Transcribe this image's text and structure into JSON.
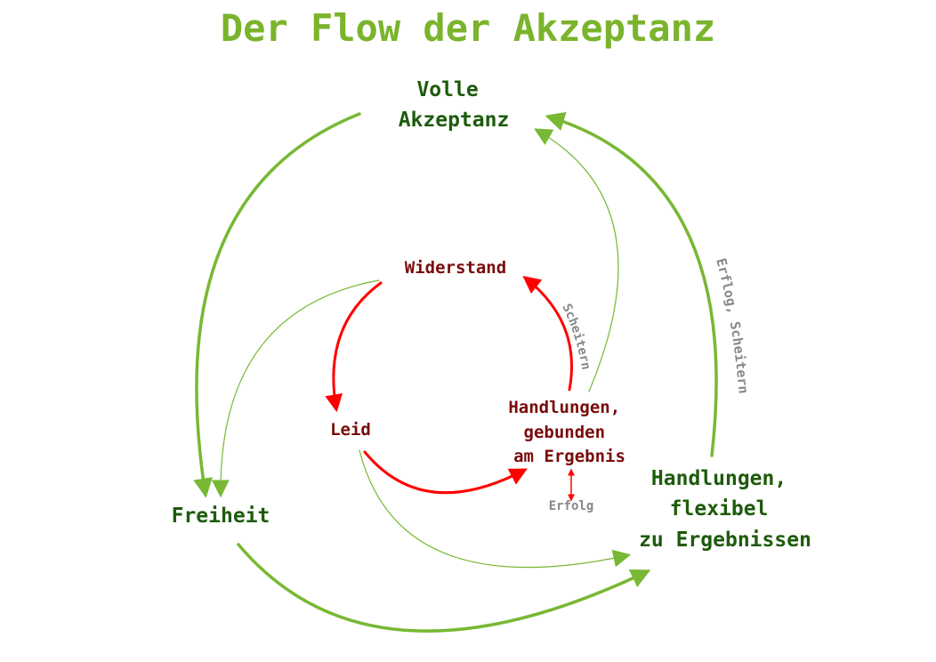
{
  "title": "Der Flow der Akzeptanz",
  "colors": {
    "title": "#7ab42c",
    "outer_text": "#1e5b0c",
    "inner_text": "#7a0b0b",
    "green_arrow": "#78b834",
    "red_arrow": "#ff0000",
    "label_gray": "#888888"
  },
  "nodes": {
    "volle_akzeptanz": {
      "lines": [
        "Volle",
        "Akzeptanz"
      ]
    },
    "freiheit": {
      "lines": [
        "Freiheit"
      ]
    },
    "handlungen_flexibel": {
      "lines": [
        "Handlungen,",
        "flexibel",
        "zu Ergebnissen"
      ]
    },
    "widerstand": {
      "lines": [
        "Widerstand"
      ]
    },
    "leid": {
      "lines": [
        "Leid"
      ]
    },
    "handlungen_gebunden": {
      "lines": [
        "Handlungen,",
        "gebunden",
        "am Ergebnis"
      ]
    }
  },
  "edge_labels": {
    "erfolg_scheitern": "Erflog, Scheitern",
    "scheitern": "Scheitern",
    "erfolg": "Erfolg"
  }
}
